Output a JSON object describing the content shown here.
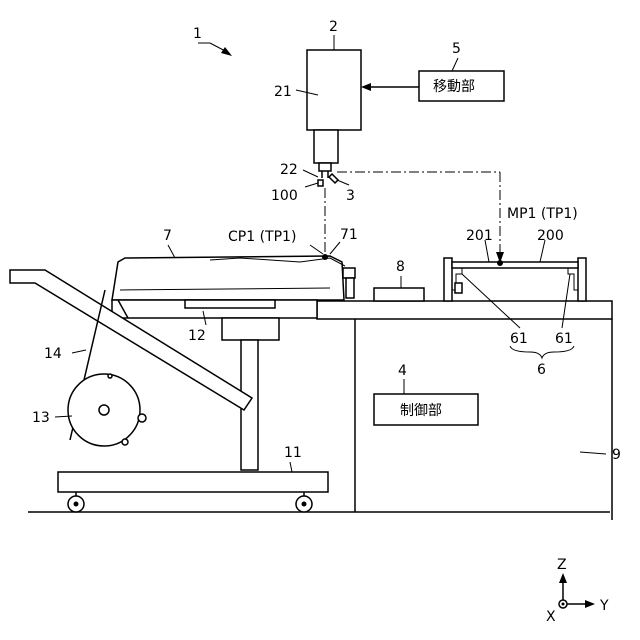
{
  "labels": {
    "system": "1",
    "head_unit": "2",
    "head_body": "21",
    "nozzle": "22",
    "tool": "3",
    "target": "100",
    "mover_num": "5",
    "mover_box": "移動部",
    "control_num": "4",
    "control_box": "制御部",
    "item7": "7",
    "cp1": "CP1 (TP1)",
    "item71": "71",
    "item8": "8",
    "item201": "201",
    "mp1": "MP1 (TP1)",
    "item200": "200",
    "item61a": "61",
    "item61b": "61",
    "item6": "6",
    "item12": "12",
    "item14": "14",
    "item13": "13",
    "item11": "11",
    "item9": "9"
  },
  "axes": {
    "z": "Z",
    "x": "X",
    "y": "Y"
  }
}
